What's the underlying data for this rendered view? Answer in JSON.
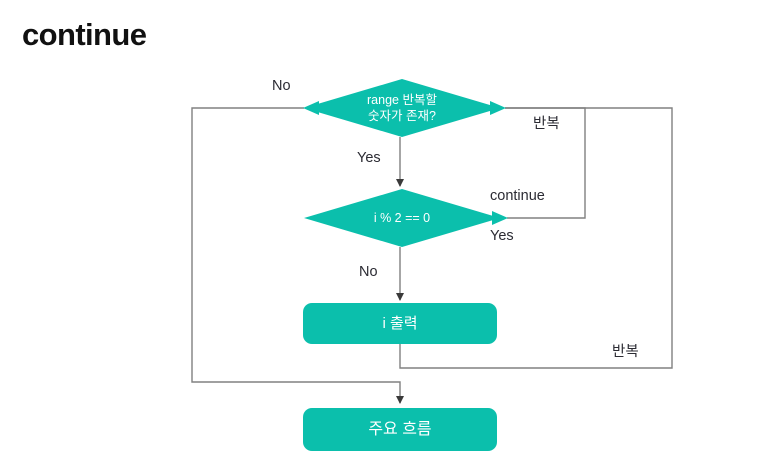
{
  "slide": {
    "title": "continue",
    "background_color": "#ffffff",
    "accent_color": "#0bbfac",
    "connector_color": "#808080",
    "text_color": "#2b2b33"
  },
  "flowchart": {
    "nodes": [
      {
        "id": "decision-range",
        "type": "decision",
        "label": "range 반복할\n숫자가 존재?",
        "fill": "#0bbfac"
      },
      {
        "id": "decision-even",
        "type": "decision",
        "label": "i % 2 == 0",
        "fill": "#0bbfac"
      },
      {
        "id": "process-print",
        "type": "process",
        "label": "i 출력",
        "fill": "#0bbfac"
      },
      {
        "id": "process-main",
        "type": "process",
        "label": "주요 흐름",
        "fill": "#0bbfac"
      }
    ],
    "edge_labels": {
      "no_top": "No",
      "yes_top": "Yes",
      "repeat_top": "반복",
      "continue": "continue",
      "yes_mid": "Yes",
      "no_mid": "No",
      "repeat_bottom": "반복"
    }
  },
  "chart_data": {
    "type": "diagram",
    "title": "continue",
    "diagram_kind": "flowchart",
    "nodes": [
      {
        "id": "decision-range",
        "shape": "diamond",
        "text": "range 반복할 숫자가 존재?"
      },
      {
        "id": "decision-even",
        "shape": "diamond",
        "text": "i % 2 == 0"
      },
      {
        "id": "process-print",
        "shape": "rounded-rectangle",
        "text": "i 출력"
      },
      {
        "id": "process-main",
        "shape": "rounded-rectangle",
        "text": "주요 흐름"
      }
    ],
    "edges": [
      {
        "from": "decision-range",
        "to": "process-main",
        "label": "No"
      },
      {
        "from": "decision-range",
        "to": "decision-even",
        "label": "Yes"
      },
      {
        "from": "decision-even",
        "to": "decision-range",
        "label": "Yes / continue / 반복"
      },
      {
        "from": "decision-even",
        "to": "process-print",
        "label": "No"
      },
      {
        "from": "process-print",
        "to": "process-main",
        "label": "반복"
      }
    ]
  }
}
